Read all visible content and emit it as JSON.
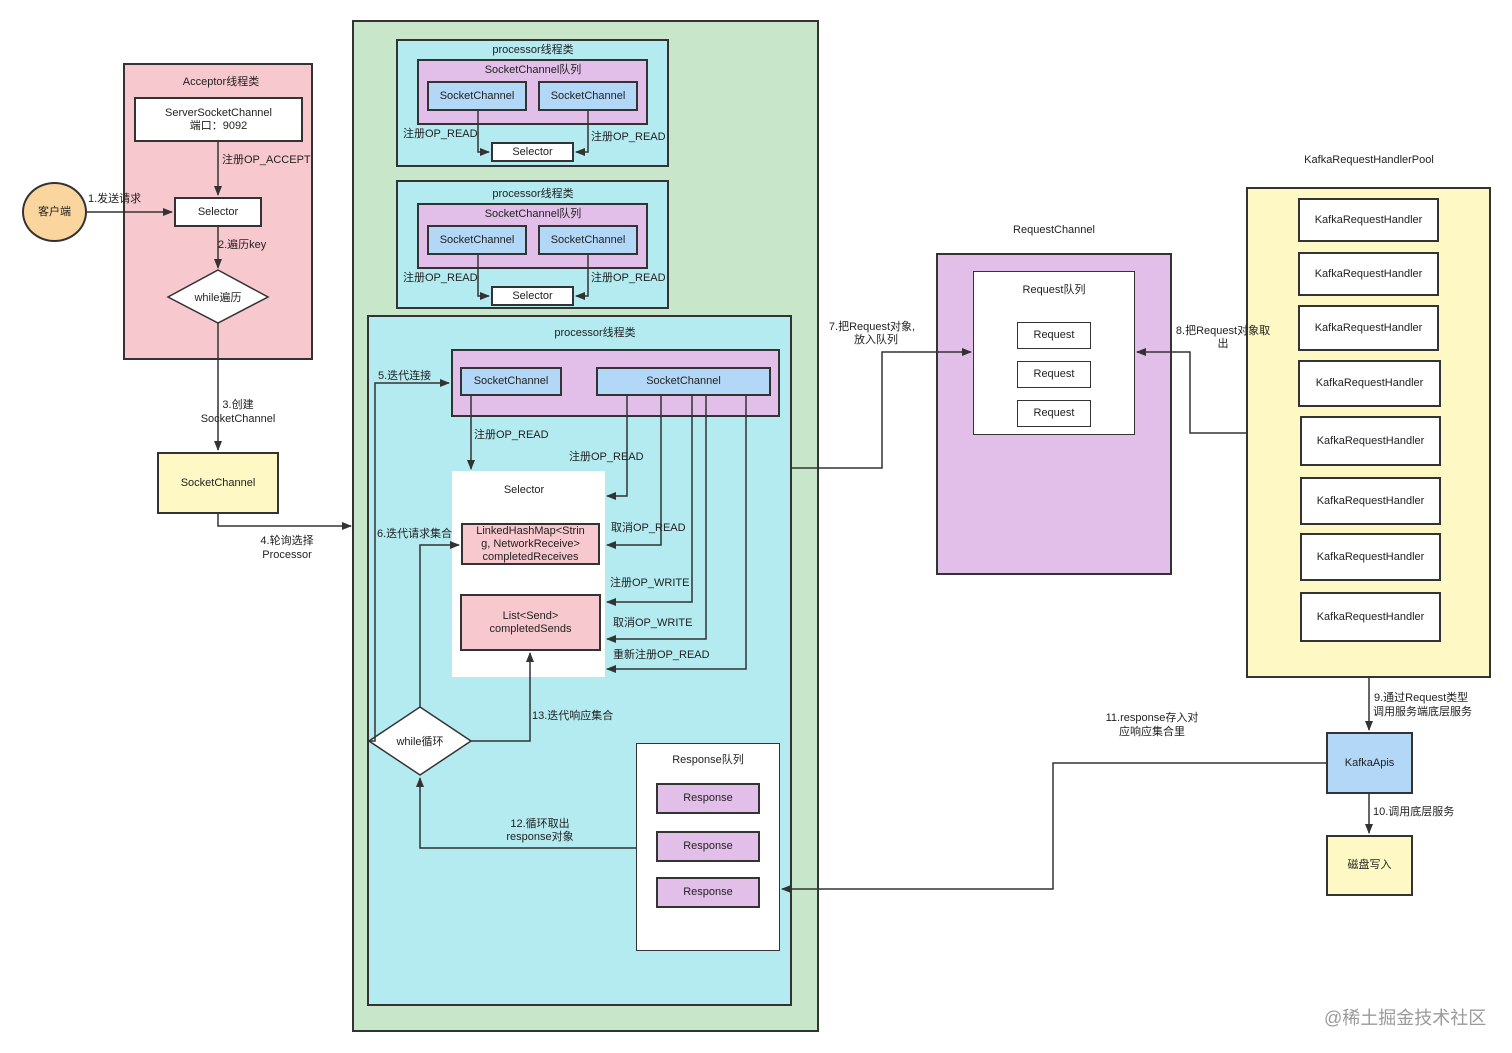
{
  "acceptor": {
    "title": "Acceptor线程类",
    "server_socket": [
      "ServerSocketChannel",
      "端口：9092"
    ],
    "selector": "Selector",
    "while_loop": "while遍历"
  },
  "client": "客户端",
  "socket_channel": "SocketChannel",
  "processor_title": "processor线程类",
  "socketchannel_queue": "SocketChannel队列",
  "socketchannel": "SocketChannel",
  "selector": "Selector",
  "register_read": "注册OP_READ",
  "big_processor": {
    "title": "processor线程类",
    "selector_title": "Selector",
    "completed_receives": [
      "LinkedHashMap<Strin",
      "g, NetworkReceive>",
      "completedReceives"
    ],
    "completed_sends": [
      "List<Send>",
      "completedSends"
    ],
    "while_loop": "while循环",
    "response_queue": "Response队列",
    "response": "Response"
  },
  "request_channel": {
    "title": "RequestChannel",
    "queue_title": "Request队列",
    "request": "Request"
  },
  "handler_pool": {
    "title": "KafkaRequestHandlerPool",
    "handler": "KafkaRequestHandler"
  },
  "kafka_apis": "KafkaApis",
  "disk_write": "磁盘写入",
  "edge_labels": {
    "send_request": "1.发送请求",
    "register_accept": "注册OP_ACCEPT",
    "iterate_key": "2.遍历key",
    "create_channel": [
      "3.创建",
      "SocketChannel"
    ],
    "poll_processor": [
      "4.轮询选择",
      "Processor"
    ],
    "iterate_connect": "5.迭代连接",
    "iterate_requests": "6.迭代请求集合",
    "put_request": [
      "7.把Request对象,",
      "放入队列"
    ],
    "take_request": [
      "8.把Request对象取",
      "出"
    ],
    "call_service": [
      "9.通过Request类型",
      "调用服务端底层服务"
    ],
    "call_lower": "10.调用底层服务",
    "store_response": [
      "11.response存入对",
      "应响应集合里"
    ],
    "loop_take": [
      "12.循环取出",
      "response对象"
    ],
    "iterate_responses": "13.迭代响应集合",
    "register_read": "注册OP_READ",
    "cancel_read": "取消OP_READ",
    "register_write": "注册OP_WRITE",
    "cancel_write": "取消OP_WRITE",
    "reregister_read": "重新注册OP_READ"
  },
  "watermark": "@稀土掘金技术社区",
  "colors": {
    "acceptor_bg": "#f8c8cf",
    "processor_outer_bg": "#c8e6c9",
    "processor_bg": "#b3ebf0",
    "queue_bg": "#e2bfe8",
    "socketchannel_bg": "#b3d7f7",
    "yellow_bg": "#fdf8c4",
    "client_bg": "#fad59e"
  }
}
